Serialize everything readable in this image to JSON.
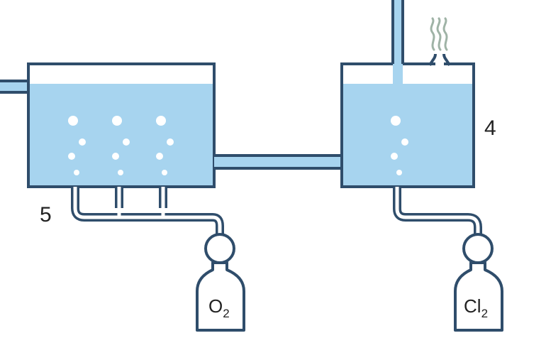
{
  "labels": {
    "tank_right": "4",
    "tank_left": "5",
    "gas_left_main": "O",
    "gas_left_sub": "2",
    "gas_right_main": "Cl",
    "gas_right_sub": "2"
  },
  "icons": {
    "fumes": "vapor-wisps-icon",
    "bubbles": "bubble-icon",
    "pump": "pump-icon",
    "cylinder": "gas-cylinder-icon"
  },
  "colors": {
    "outline": "#2f4d6b",
    "water": "#a7d4ef",
    "pipe_fill": "#a7d4ef",
    "bubble": "#ffffff",
    "fumes": "#9fb3a6",
    "background": "#ffffff"
  }
}
